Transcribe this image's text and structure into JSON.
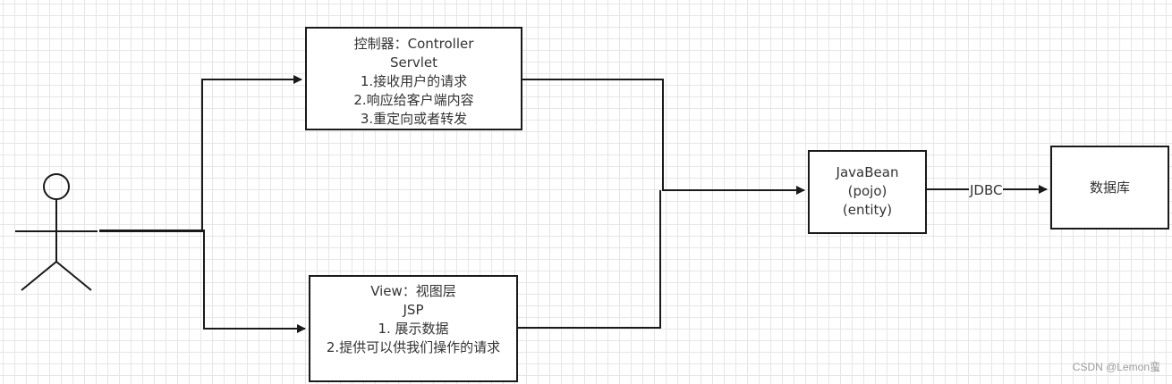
{
  "actor": {
    "icon": "stick-figure-user-icon"
  },
  "controller": {
    "lines": [
      "控制器：Controller",
      "Servlet",
      "1.接收用户的请求",
      "2.响应给客户端内容",
      "3.重定向或者转发"
    ]
  },
  "view": {
    "lines": [
      "View：视图层",
      "JSP",
      "1. 展示数据",
      "2.提供可以供我们操作的请求"
    ]
  },
  "javabean": {
    "lines": [
      "JavaBean",
      "(pojo)",
      "(entity)"
    ]
  },
  "database": {
    "label": "数据库"
  },
  "connector": {
    "label": "JDBC"
  },
  "watermark": "CSDN @Lemon蛮",
  "colors": {
    "line": "#1a1a1a",
    "grid": "#e6e6e6",
    "text": "#333333"
  }
}
